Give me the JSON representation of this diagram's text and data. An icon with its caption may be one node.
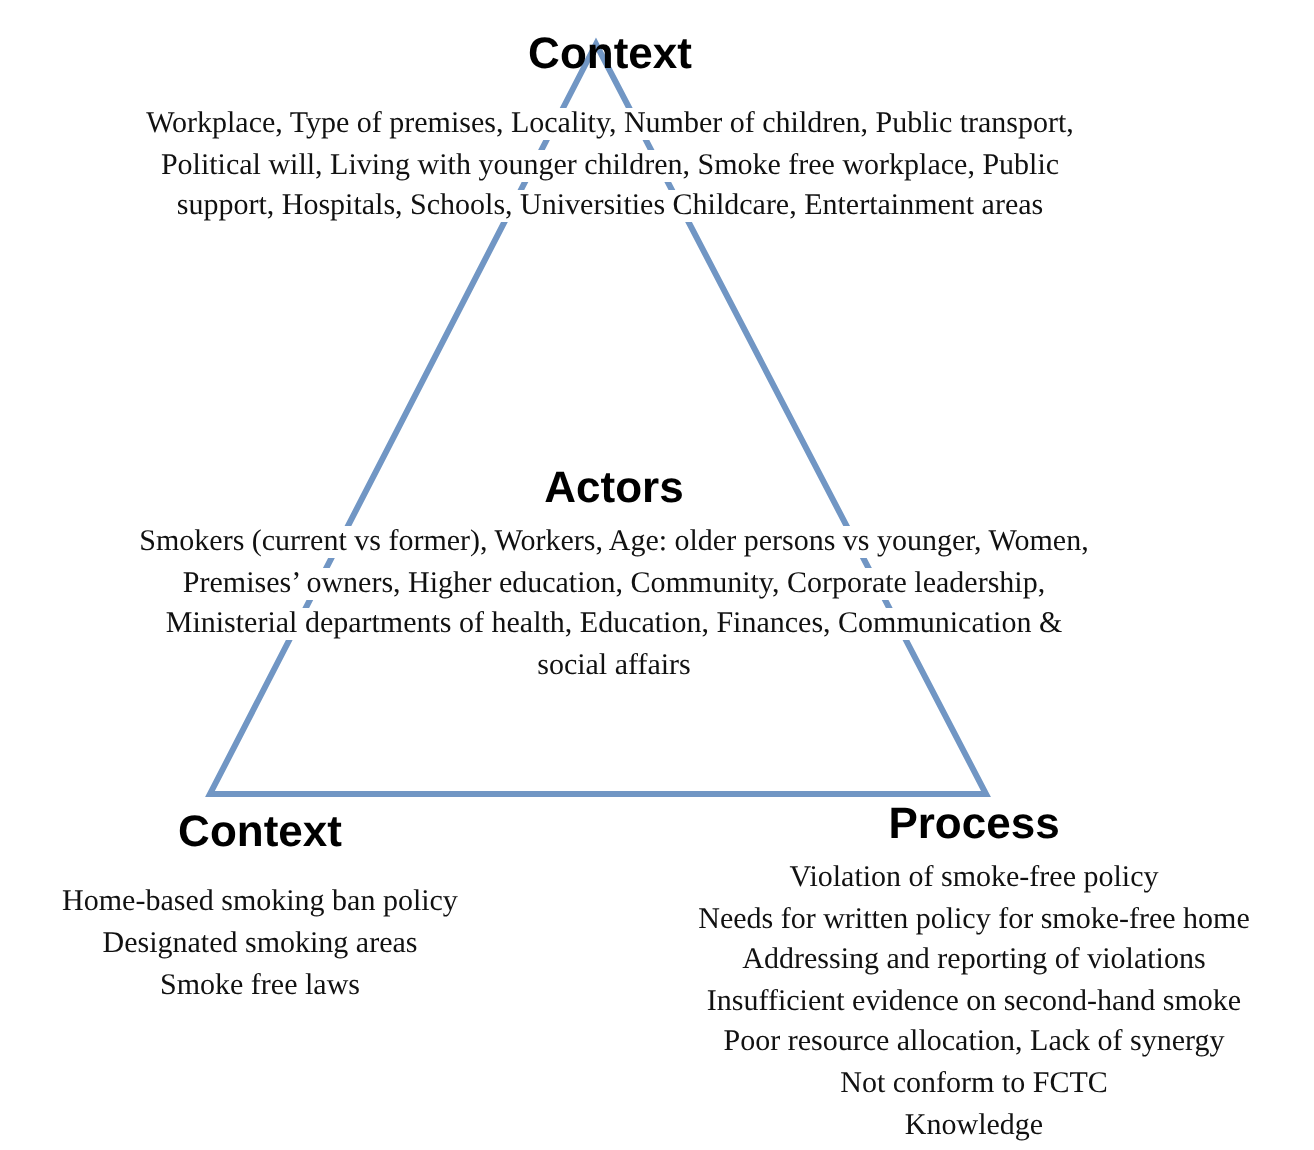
{
  "diagram": {
    "nodes": [
      {
        "text": [
          "Actors",
          "Smokers (current vs former), Workers, Age: older persons vs younger, Women, Premises’ owners, Higher education, Community, Corporate leadership, Ministerial departments of health, Education, Finances, Communication & social affairs"
        ]
      }
    ],
    "labels": [
      "Context",
      "Workplace, Type of premises, Locality, Number of children, Public transport, Political will, Living with younger children, Smoke free workplace, Public support, Hospitals, Schools, Universities Childcare, Entertainment areas",
      "Context",
      "Home-based smoking ban policy",
      "Designated smoking areas",
      "Smoke free laws",
      "Process",
      "Violation of smoke-free policy",
      "Needs for written policy for smoke-free home",
      "Addressing and reporting of violations",
      "Insufficient evidence on second-hand smoke",
      "Poor resource allocation, Lack of synergy",
      "Not conform to FCTC",
      "Knowledge"
    ]
  }
}
